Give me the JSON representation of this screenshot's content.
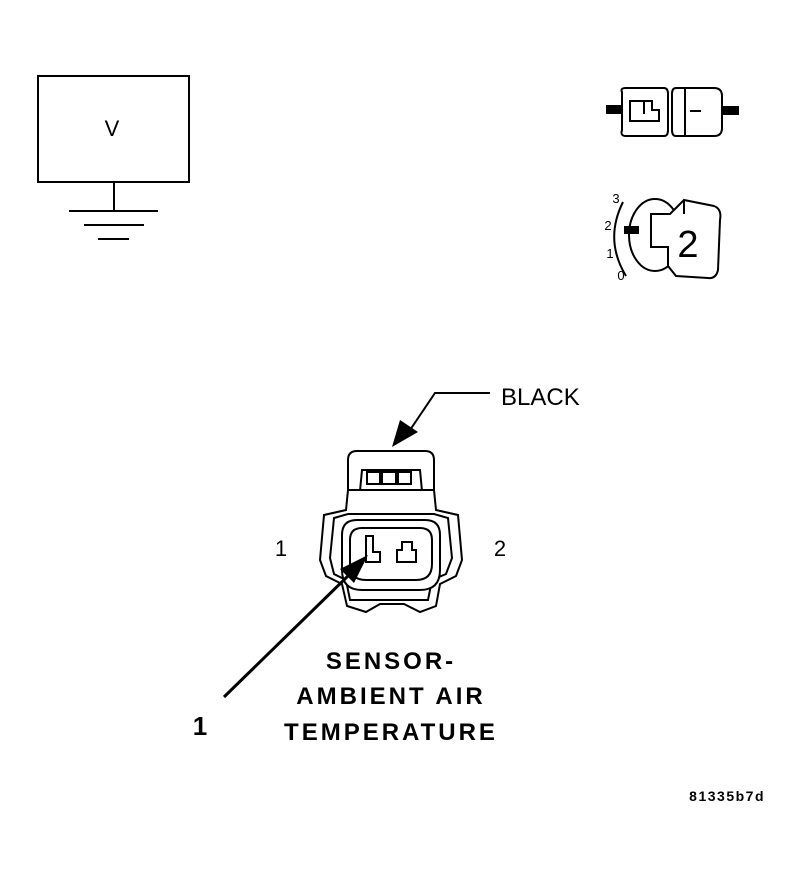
{
  "voltmeter": {
    "symbol": "V"
  },
  "selector": {
    "position_value": "2",
    "scale": [
      "3",
      "2",
      "1",
      "0"
    ]
  },
  "connector": {
    "color_label": "BLACK",
    "pin_left": "1",
    "pin_right": "2",
    "callout": "1",
    "title_lines": [
      "SENSOR-",
      "AMBIENT AIR",
      "TEMPERATURE"
    ]
  },
  "figure_code": "81335b7d"
}
